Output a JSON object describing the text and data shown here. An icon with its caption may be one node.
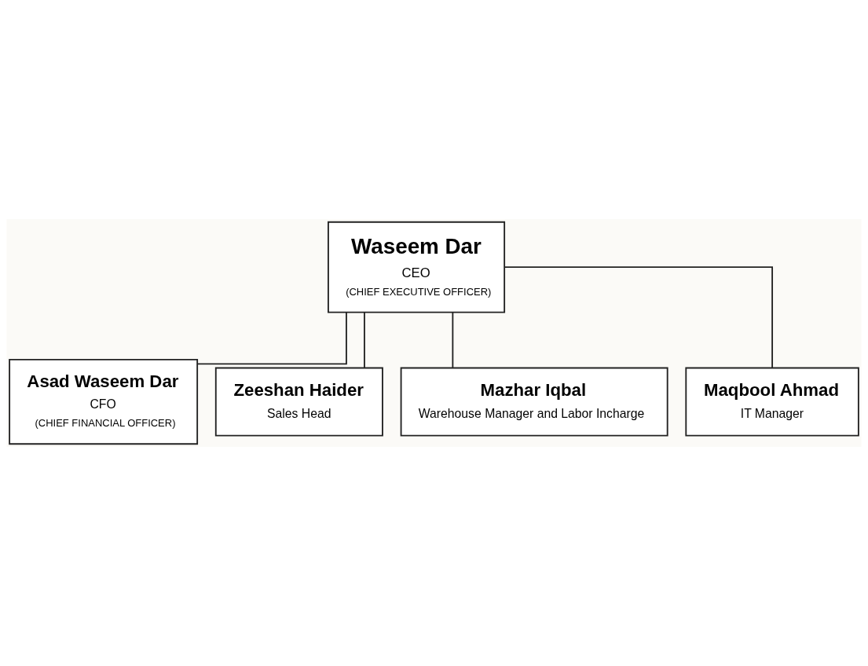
{
  "diagram": {
    "nodes": [
      {
        "text": [
          "Waseem Dar",
          "CEO",
          "(CHIEF EXECUTIVE OFFICER)"
        ]
      },
      {
        "text": [
          "Asad Waseem Dar",
          "CFO",
          "(CHIEF FINANCIAL OFFICER)"
        ]
      },
      {
        "text": [
          "Zeeshan Haider",
          "Sales Head"
        ]
      },
      {
        "text": [
          "Mazhar Iqbal",
          "Warehouse Manager and Labor Incharge"
        ]
      },
      {
        "text": [
          "Maqbool Ahmad",
          "IT Manager"
        ]
      }
    ],
    "edges": [
      {
        "from": 0,
        "to": 1,
        "arrow": "none"
      },
      {
        "from": 0,
        "to": 2,
        "arrow": "none"
      },
      {
        "from": 0,
        "to": 3,
        "arrow": "none"
      },
      {
        "from": 0,
        "to": 4,
        "arrow": "none"
      }
    ]
  }
}
